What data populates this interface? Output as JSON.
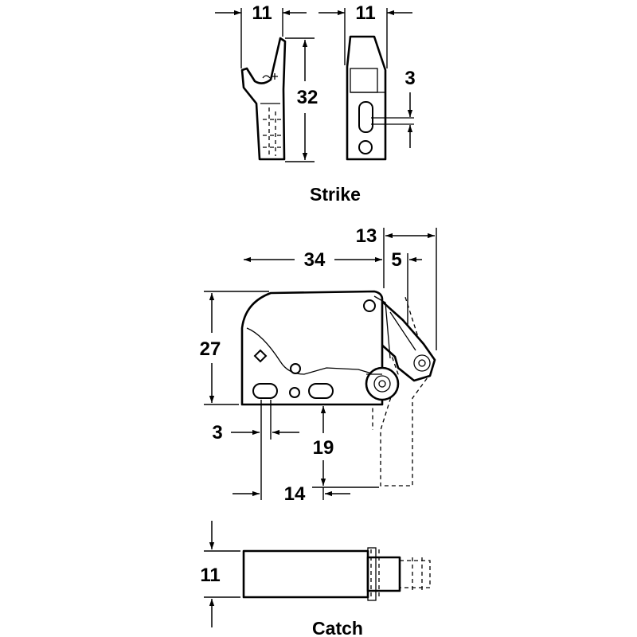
{
  "dimensions": {
    "strike_side_width": "11",
    "strike_front_width": "11",
    "strike_height": "32",
    "strike_slot": "3",
    "catch_body_width": "34",
    "catch_total_depth": "13",
    "catch_arm_offset": "5",
    "catch_height": "27",
    "catch_slot": "3",
    "catch_vertical": "19",
    "catch_hole_spacing": "14",
    "catch_thickness": "11"
  },
  "captions": {
    "strike": "Strike",
    "catch": "Catch"
  },
  "colors": {
    "line": "#000000",
    "background": "#ffffff"
  }
}
